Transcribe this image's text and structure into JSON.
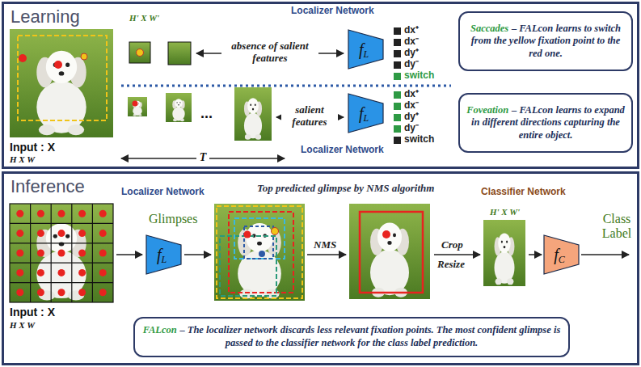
{
  "diagram": {
    "nodes": [
      {
        "text": [
          "Learning"
        ]
      },
      {
        "text": [
          "Localizer Network",
          "f",
          "L"
        ],
        "in": 0
      },
      {
        "text": [
          "Saccades",
          "– FALcon learns to switch from the yellow fixation point to the red one."
        ],
        "in": 0
      },
      {
        "text": [
          "Localizer Network",
          "f",
          "L"
        ],
        "in": 0
      },
      {
        "text": [
          "Foveation",
          "– FALcon learns to expand in different directions capturing the entire object."
        ],
        "in": 0
      },
      {
        "text": [
          "Inference"
        ]
      },
      {
        "text": [
          "Localizer Network",
          "f",
          "L"
        ],
        "in": 5
      },
      {
        "text": [
          "Classifier Network",
          "f",
          "C"
        ],
        "in": 5
      },
      {
        "text": [
          "FALcon",
          "– The localizer network discards less relevant fixation points. The most confident glimpse is passed to the classifier network for the class label prediction."
        ],
        "in": 5
      }
    ],
    "labels": [
      "H' X W'",
      "dx⁺",
      "dx⁻",
      "dy⁺",
      "dy⁻",
      "switch",
      "absence of salient features",
      "Input : X",
      "H X W",
      "...",
      "salient features",
      "dx⁺",
      "dx⁻",
      "dy⁺",
      "dy⁻",
      "switch",
      "T",
      "Input : X",
      "H X W",
      "Top predicted glimpse by NMS algorithm",
      "Glimpses",
      "NMS",
      "H' X W'",
      "Crop",
      "Resize",
      "Class Label"
    ]
  }
}
